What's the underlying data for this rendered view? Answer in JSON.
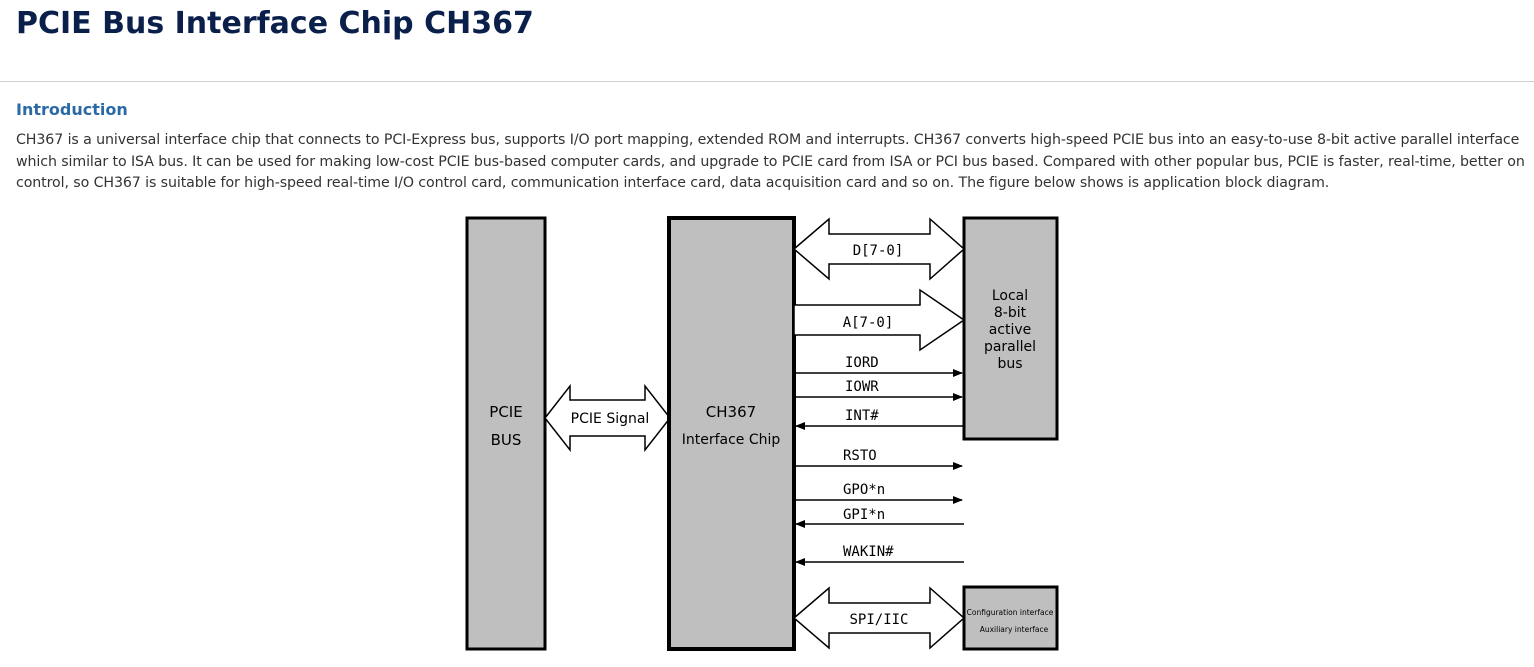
{
  "page": {
    "title": "PCIE Bus Interface Chip CH367"
  },
  "introduction": {
    "heading": "Introduction",
    "paragraph": "CH367 is a universal interface chip that connects to PCI-Express bus, supports I/O port mapping, extended ROM and interrupts. CH367 converts high-speed PCIE bus into an easy-to-use 8-bit active parallel interface which similar to ISA bus. It can be used for making low-cost PCIE bus-based computer cards, and upgrade to PCIE card from ISA or PCI bus based. Compared with other popular bus, PCIE is faster, real-time, better on control, so CH367 is suitable for high-speed real-time I/O control card, communication interface card, data acquisition card and so on. The figure below shows is application block diagram."
  },
  "diagram": {
    "pcie_bus": {
      "line1": "PCIE",
      "line2": "BUS"
    },
    "pcie_signal": "PCIE Signal",
    "chip": {
      "line1": "CH367",
      "line2": "Interface Chip"
    },
    "local_bus": {
      "line1": "Local",
      "line2": "8-bit",
      "line3": "active",
      "line4": "parallel",
      "line5": "bus"
    },
    "aux_box": {
      "line1": "Configuration interface",
      "line2": "Auxiliary interface"
    },
    "signals": {
      "data": "D[7-0]",
      "address": "A[7-0]",
      "iord": "IORD",
      "iowr": "IOWR",
      "int": "INT#",
      "rsto": "RSTO",
      "gpo": "GPO*n",
      "gpi": "GPI*n",
      "wakin": "WAKIN#",
      "spi": "SPI/IIC"
    }
  }
}
